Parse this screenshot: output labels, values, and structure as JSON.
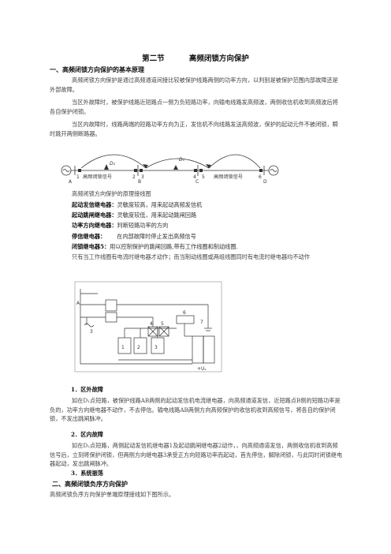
{
  "section": {
    "num": "第二节",
    "title": "高频闭锁方向保护"
  },
  "h1": "一、高频闭锁方向保护的基本原理",
  "p1": "高频闭锁方向保护是通过高频通道间接比较被保护线路两侧的功率方向，以判别是被保护范围内部故障还是外部故障。",
  "p2": "当区外故障时，被保护线路近短路点一侧为负短路功率，向输电线路发高频波，两侧收信机收到高频波后将各自保护闭锁。",
  "p3": "当区内故障时，线路两端的短路功率方向为正，发信机不向线路发送高频波，保护的起动元件不被闭锁，瞬时跳开两侧断路器。",
  "fig1": {
    "signal1": "高频闭锁信号",
    "signal2": "高频闭锁信号",
    "d1": "D₁",
    "d2": "D₂",
    "nodes": [
      "1",
      "2",
      "3",
      "4",
      "5",
      "6"
    ],
    "letters": [
      "A",
      "B",
      "C",
      "D"
    ]
  },
  "caption1": "高频闭锁方向保护的原理接线图",
  "defs": [
    {
      "term": "起动发信继电器：",
      "desc": "灵敏度较高，用来起动高频发信机"
    },
    {
      "term": "起动跳闸继电器：",
      "desc": "灵敏度较低，用来起动跳闸回路"
    },
    {
      "term": "功率方向继电器：",
      "desc": "判断短路功率的方向"
    },
    {
      "term": "停信继电器：",
      "desc": "在内部故障时停止发出高频信号"
    },
    {
      "term": "闭锁继电器5：",
      "desc": "用以控制保护的跳闸回路,带有工作线圈和制动线圈."
    }
  ],
  "p4": "只有当工作线圈有电流时继电器才动作；而当制动线圈或两组线圈同时有电流时继电器均不动作",
  "fig2": {
    "nums": [
      "1",
      "2",
      "3",
      "4",
      "5",
      "6",
      "7"
    ],
    "A": "A",
    "PT": "3",
    "bot": "+Uₛ"
  },
  "s1": {
    "title": "1．区外故障",
    "text": "如在D₁点短路，被保护线路AB两侧的起动发信机电流继电器，向高频通道发信，近短路点B侧的短路功率是负的，功率方向继电器不动作，不去停信。输电线路AB两侧方向高频保护的收信机收到高频信号，将各自的保护闭锁，不发出跳闸脉冲。"
  },
  "s2": {
    "title": "2．区内故障",
    "text": "如在D₂点短路，两侧起动发信机继电器1及起动跳闸继电器2动作，，向高频通道发信，两侧收信机收到高频信号后，立刻将保护闭锁，但两侧方向继电器3承受正方向短路功率而起动，首先停信，解除闭锁，与此同时闭锁继电器起动，发出跳闸脉冲。"
  },
  "s3": {
    "title": "3．系统振荡"
  },
  "h2": "二、高频闭锁负序方向保护",
  "p5": "高频闭锁负序方向保护单端原理接线如下图所示。"
}
